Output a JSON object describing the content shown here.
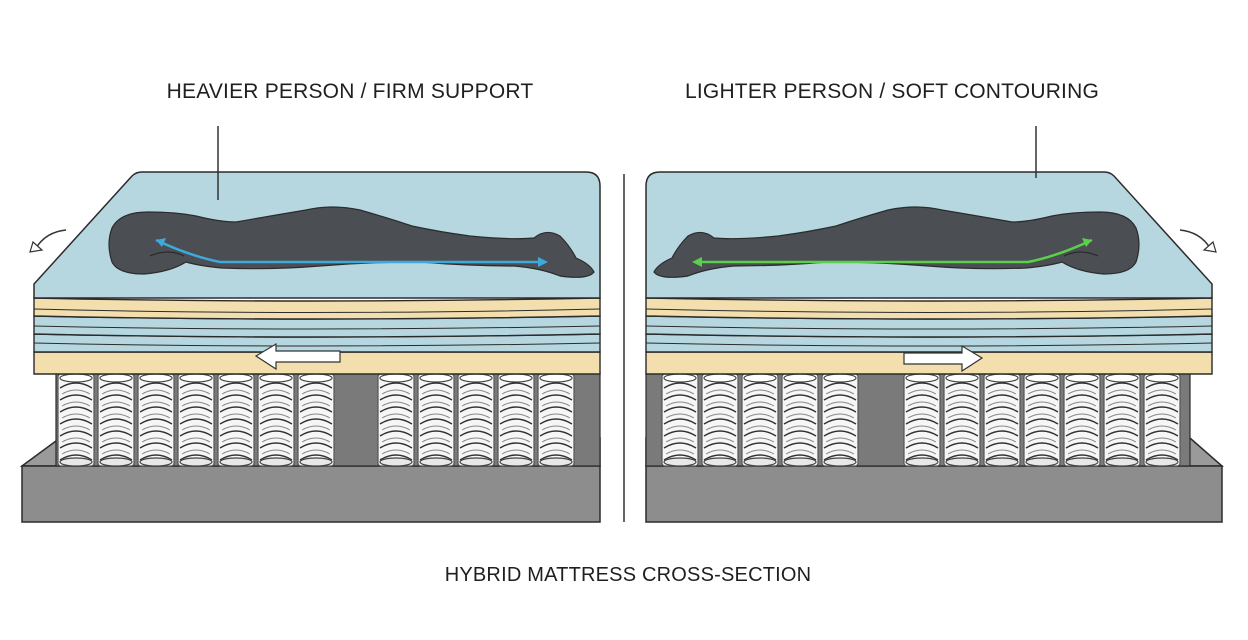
{
  "diagram": {
    "left_panel": {
      "title": "HEAVIER PERSON / FIRM SUPPORT"
    },
    "right_panel": {
      "title": "LIGHTER PERSON / SOFT CONTOURING"
    },
    "caption": "HYBRID MATTRESS CROSS-SECTION"
  },
  "colors": {
    "memory_foam": "#b6d7e0",
    "transition_foam": "#f3deae",
    "coil_base": "#8d8d8d",
    "body_silhouette": "#4b4e52",
    "spine_line_left": "#3fa9dc",
    "spine_line_right": "#5bd04a",
    "outline": "#2b2b2b"
  },
  "icons": [
    "curved-arrow-icon",
    "straight-arrow-icon",
    "coil-spring-icon",
    "sleeping-person-icon"
  ]
}
